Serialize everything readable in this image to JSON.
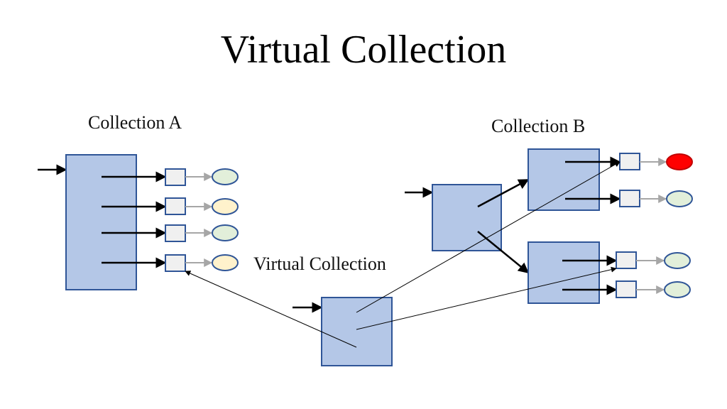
{
  "title": "Virtual Collection",
  "labels": {
    "collection_a": "Collection A",
    "collection_b": "Collection B",
    "virtual_collection": "Virtual Collection"
  },
  "colors": {
    "box_fill": "#b4c7e7",
    "box_stroke": "#2f5597",
    "cell_fill": "#f0f0f0",
    "arrow_black": "#000000",
    "arrow_gray": "#a6a6a6",
    "oval_green": "#e2efda",
    "oval_yellow": "#fff2cc",
    "oval_red": "#ff0000",
    "oval_red_stroke": "#c00000"
  }
}
